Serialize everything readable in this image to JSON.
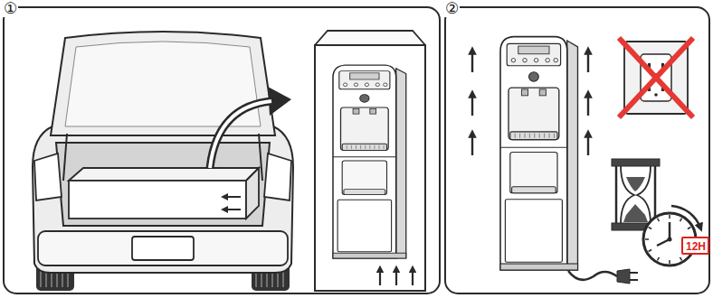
{
  "diagram": {
    "nodes": [
      {
        "text": [
          "12H"
        ]
      }
    ],
    "labels": [
      "①",
      "②"
    ]
  }
}
